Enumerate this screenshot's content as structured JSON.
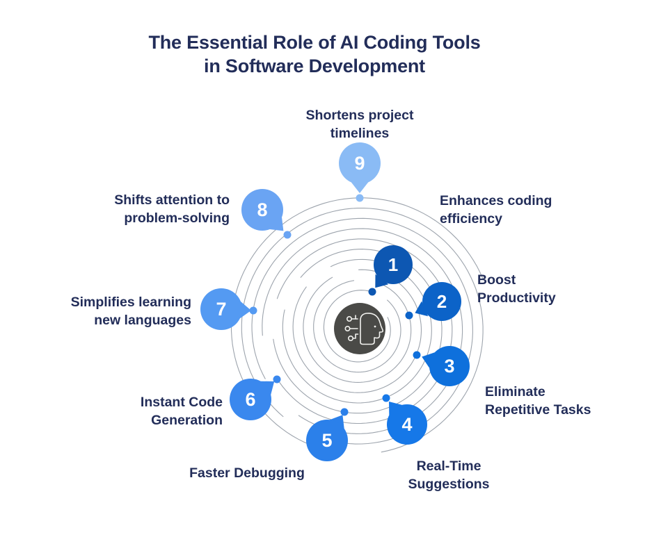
{
  "title": {
    "line1": "The Essential Role of AI Coding Tools",
    "line2": "in Software Development"
  },
  "colors": {
    "text": "#222d59",
    "spiral_line": "#8b939e",
    "center_circle": "#4a4a47",
    "icon_stroke": "#f2f2ef",
    "number_text": "#ffffff"
  },
  "center_icon": "ai-head-icon",
  "items": [
    {
      "number": "1",
      "label": "Enhances coding\nefficiency",
      "color": "#0d57b2"
    },
    {
      "number": "2",
      "label": "Boost\nProductivity",
      "color": "#0c63c8"
    },
    {
      "number": "3",
      "label": "Eliminate\nRepetitive Tasks",
      "color": "#0e70dc"
    },
    {
      "number": "4",
      "label": "Real-Time\nSuggestions",
      "color": "#1678e8"
    },
    {
      "number": "5",
      "label": "Faster Debugging",
      "color": "#2b80ea"
    },
    {
      "number": "6",
      "label": "Instant Code\nGeneration",
      "color": "#3a88ee"
    },
    {
      "number": "7",
      "label": "Simplifies learning\nnew languages",
      "color": "#549af2"
    },
    {
      "number": "8",
      "label": "Shifts attention to\nproblem-solving",
      "color": "#6aa4f3"
    },
    {
      "number": "9",
      "label": "Shortens project\ntimelines",
      "color": "#8abbf5"
    }
  ]
}
